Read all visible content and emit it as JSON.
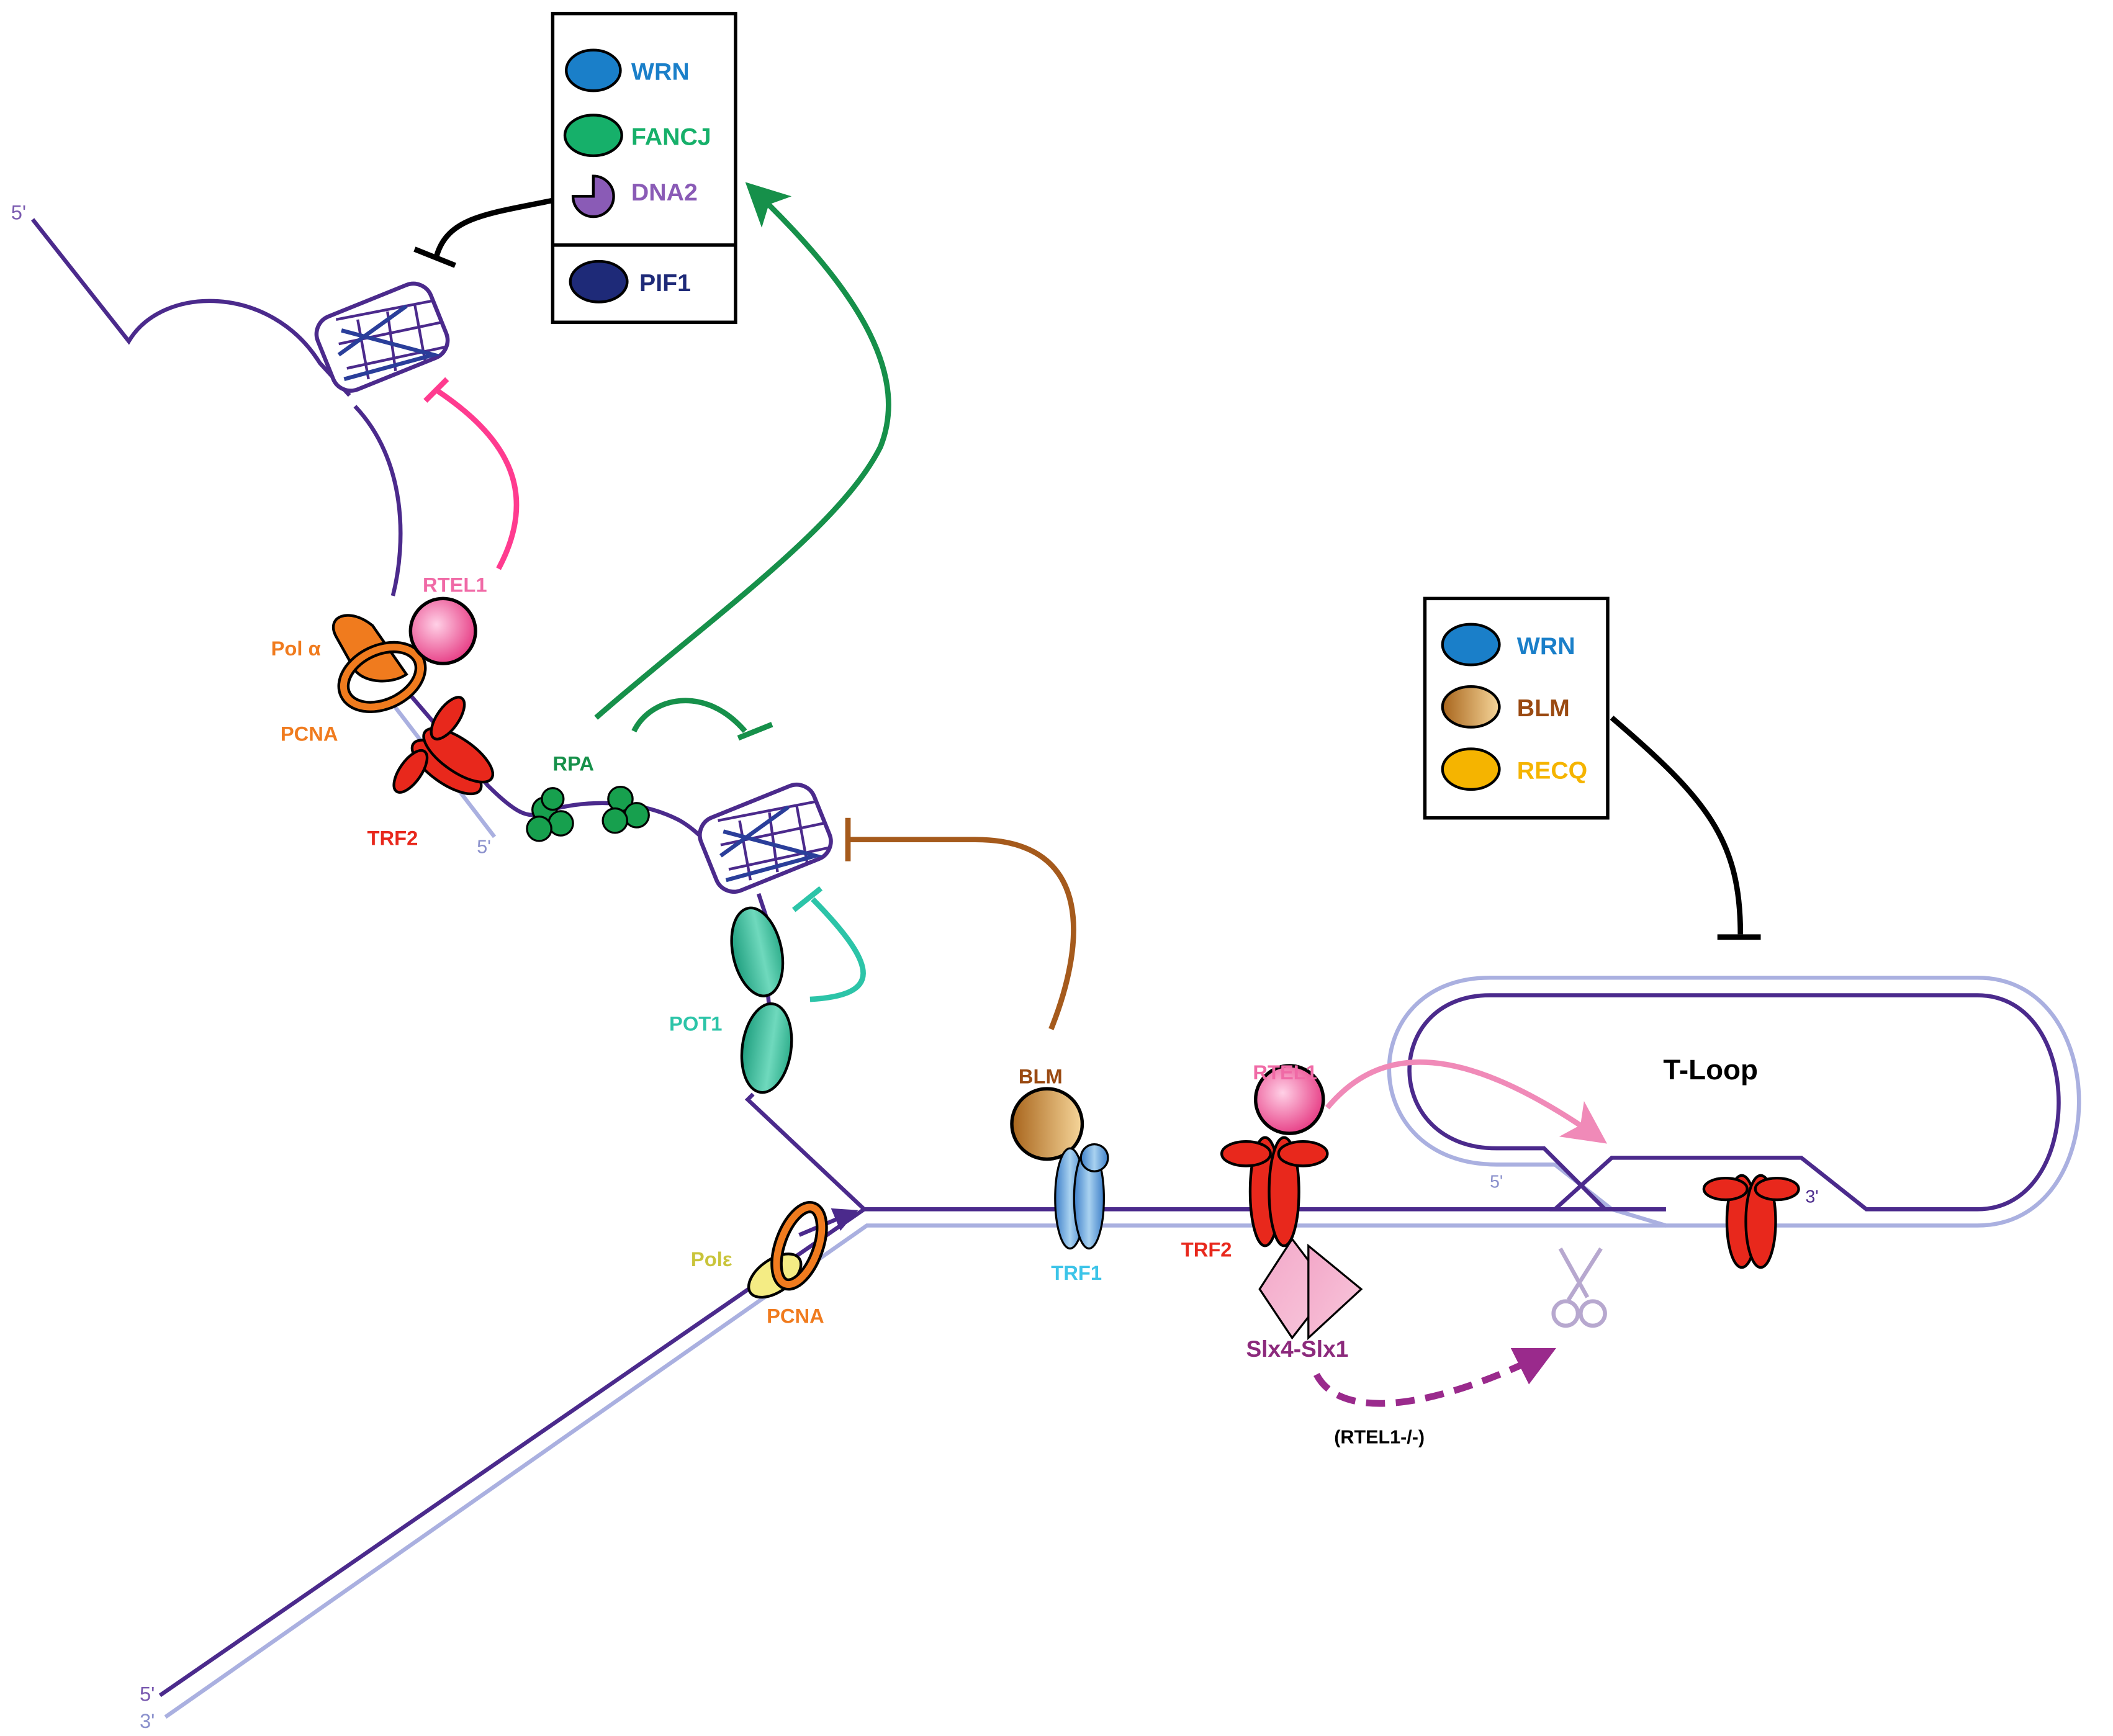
{
  "legend_top": {
    "items": [
      {
        "label": "WRN",
        "color": "#1a7fc9"
      },
      {
        "label": "FANCJ",
        "color": "#16b06a"
      },
      {
        "label": "DNA2",
        "color": "#8a5bb6"
      }
    ],
    "items_lower": [
      {
        "label": "PIF1",
        "color": "#1e2a78"
      }
    ]
  },
  "legend_right": {
    "items": [
      {
        "label": "WRN",
        "color": "#1a7fc9"
      },
      {
        "label": "BLM",
        "color": "#9a4a12"
      },
      {
        "label": "RECQ",
        "color": "#f5b400"
      }
    ]
  },
  "labels": {
    "five_prime_top": "5'",
    "rtel1_top": "RTEL1",
    "pol_alpha": "Pol α",
    "pcna_top": "PCNA",
    "trf2_top": "TRF2",
    "five_prime_mid": "5'",
    "rpa": "RPA",
    "pot1": "POT1",
    "blm": "BLM",
    "rtel1_bottom": "RTEL1",
    "t_loop": "T-Loop",
    "trf2_bottom": "TRF2",
    "trf1": "TRF1",
    "pol_epsilon": "Polε",
    "pcna_bottom": "PCNA",
    "slx4": "Slx4-Slx1",
    "rtel1_ko": "(RTEL1-/-)",
    "five_prime_loop": "5'",
    "three_prime_loop": "3'",
    "five_prime_bottom": "5'",
    "three_prime_bottom": "3'"
  },
  "colors": {
    "strand_dark": "#4b2a8c",
    "strand_light": "#aab0e0",
    "rtel1": "#e8457f",
    "rpa_arrow": "#16904a",
    "blm_arrow": "#a55a1c",
    "pot1_arrow": "#2cc4a8",
    "slx_arrow": "#9a2a8c",
    "trf2": "#e8281c"
  }
}
